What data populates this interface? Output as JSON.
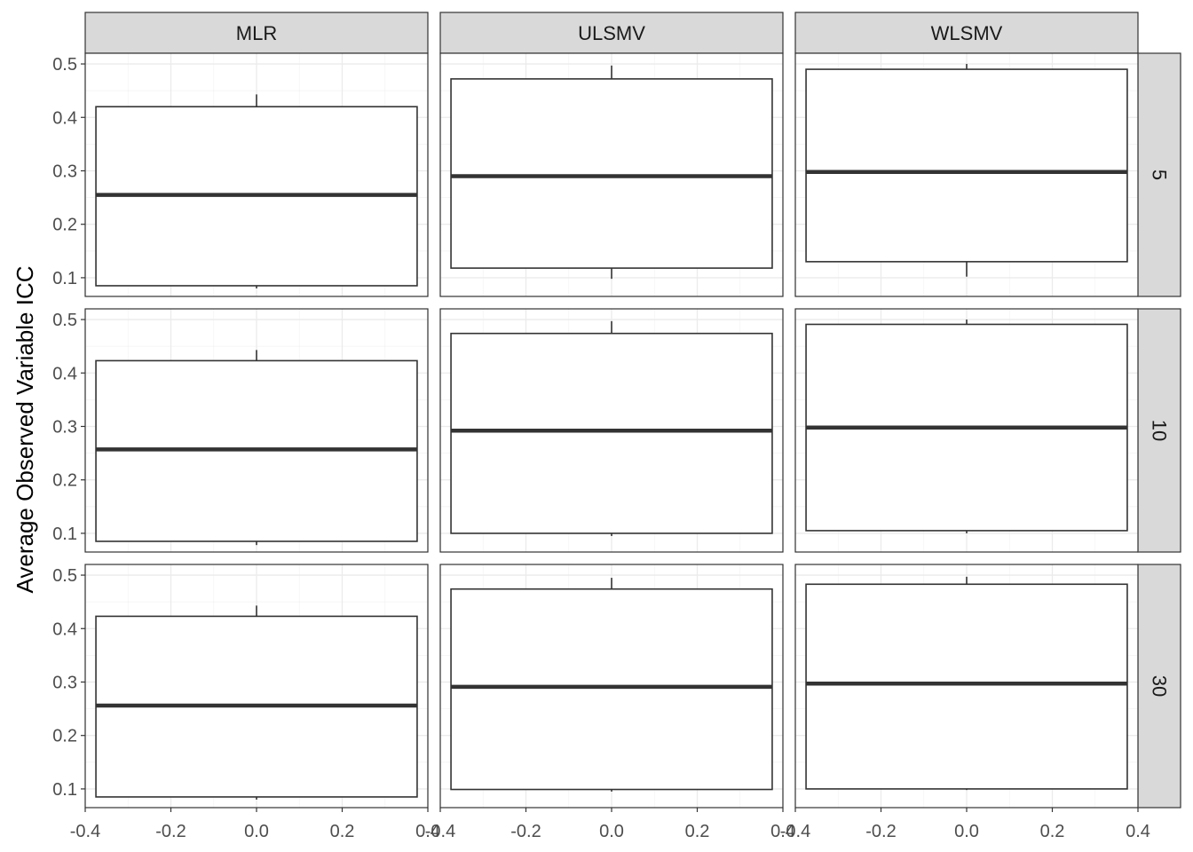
{
  "chart_data": {
    "type": "boxplot",
    "ylabel": "Average Observed Variable ICC",
    "xlabel": "",
    "xlim": [
      -0.4,
      0.4
    ],
    "ylim": [
      0.065,
      0.52
    ],
    "x_ticks": [
      "-0.4",
      "-0.2",
      "0.0",
      "0.2",
      "0.4"
    ],
    "y_ticks": [
      "0.1",
      "0.2",
      "0.3",
      "0.4",
      "0.5"
    ],
    "grid": true,
    "col_facets": [
      "MLR",
      "ULSMV",
      "WLSMV"
    ],
    "row_facets": [
      "5",
      "10",
      "30"
    ],
    "box_half_width": 0.375,
    "panels": [
      {
        "col": "MLR",
        "row": "5",
        "lower_whisker": 0.08,
        "q1": 0.085,
        "median": 0.255,
        "q3": 0.42,
        "upper_whisker": 0.443
      },
      {
        "col": "ULSMV",
        "row": "5",
        "lower_whisker": 0.098,
        "q1": 0.118,
        "median": 0.29,
        "q3": 0.472,
        "upper_whisker": 0.497
      },
      {
        "col": "WLSMV",
        "row": "5",
        "lower_whisker": 0.102,
        "q1": 0.13,
        "median": 0.298,
        "q3": 0.49,
        "upper_whisker": 0.5
      },
      {
        "col": "MLR",
        "row": "10",
        "lower_whisker": 0.078,
        "q1": 0.085,
        "median": 0.257,
        "q3": 0.423,
        "upper_whisker": 0.443
      },
      {
        "col": "ULSMV",
        "row": "10",
        "lower_whisker": 0.095,
        "q1": 0.1,
        "median": 0.292,
        "q3": 0.474,
        "upper_whisker": 0.497
      },
      {
        "col": "WLSMV",
        "row": "10",
        "lower_whisker": 0.1,
        "q1": 0.105,
        "median": 0.298,
        "q3": 0.491,
        "upper_whisker": 0.5
      },
      {
        "col": "MLR",
        "row": "30",
        "lower_whisker": 0.08,
        "q1": 0.085,
        "median": 0.256,
        "q3": 0.423,
        "upper_whisker": 0.443
      },
      {
        "col": "ULSMV",
        "row": "30",
        "lower_whisker": 0.095,
        "q1": 0.099,
        "median": 0.291,
        "q3": 0.474,
        "upper_whisker": 0.495
      },
      {
        "col": "WLSMV",
        "row": "30",
        "lower_whisker": 0.098,
        "q1": 0.1,
        "median": 0.297,
        "q3": 0.483,
        "upper_whisker": 0.497
      }
    ]
  }
}
